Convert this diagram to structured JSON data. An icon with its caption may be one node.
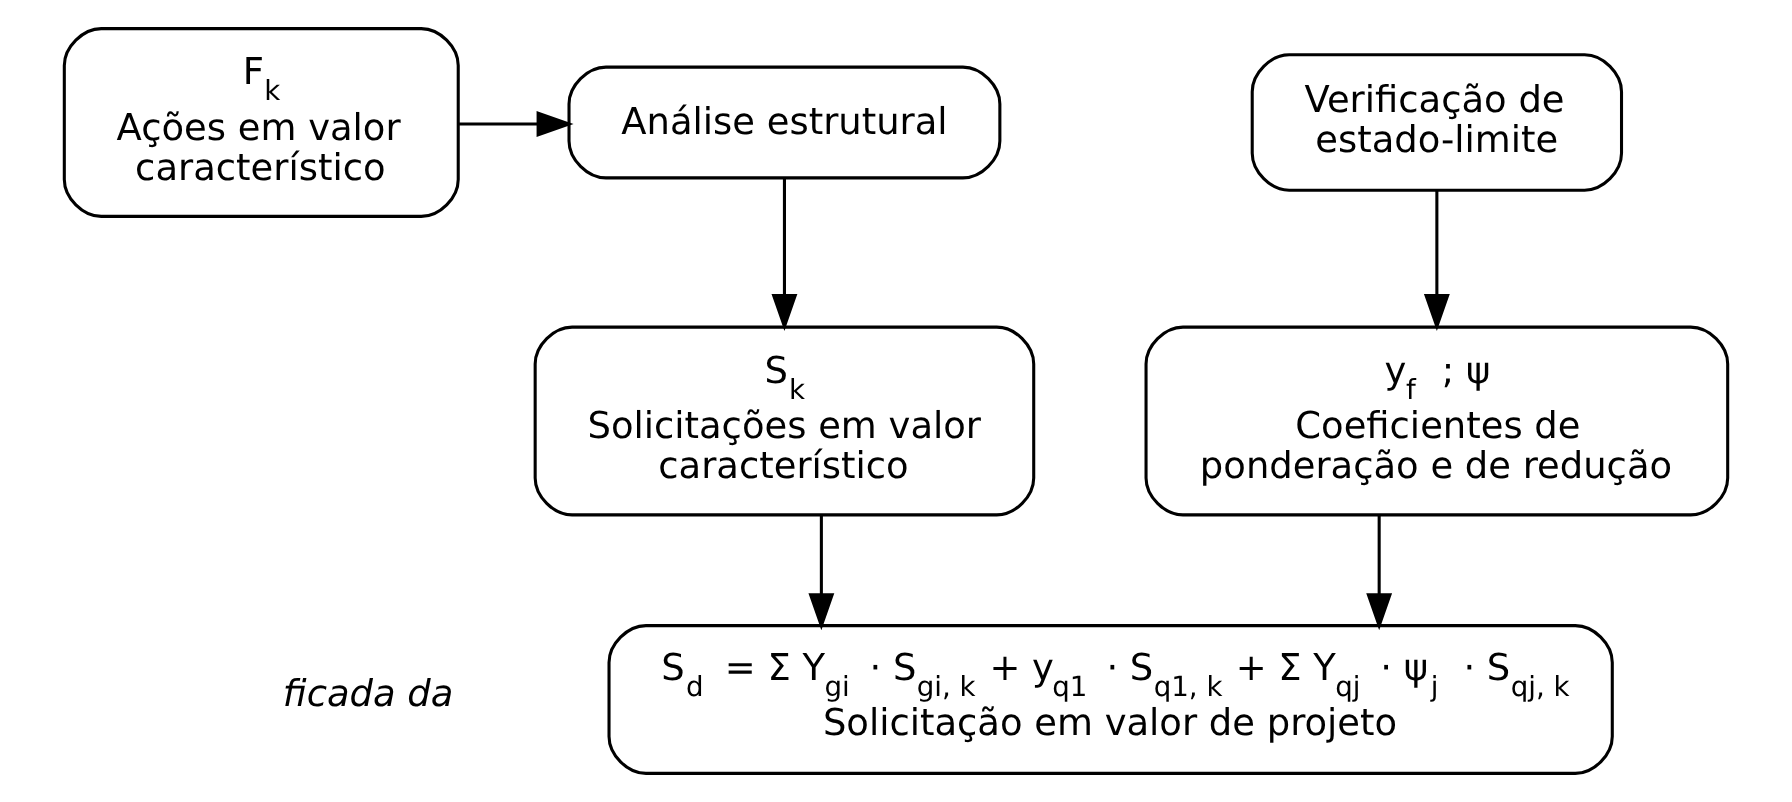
{
  "diagram": {
    "nodes": [
      {
        "text": [
          "F$_{k}$",
          "Ações em valor característico"
        ]
      },
      {
        "text": [
          "Análise estrutural"
        ]
      },
      {
        "text": [
          "Verificação de estado-limite"
        ]
      },
      {
        "text": [
          "S$_{k}$",
          "Solicitações em valor característico"
        ]
      },
      {
        "text": [
          "y$_{f}$ ; ψ",
          "Coeficientes de ponderação e de redução"
        ]
      },
      {
        "text": [
          "S$_{d}$ = Σ Y$_{gi}$ · S$_{gi, k}$ + y$_{q1}$ · S$_{q1, k}$ + Σ Y$_{qj}$ · ψ$_{j}$ · S$_{qj, k}$",
          "Solicitação em valor de projeto"
        ]
      }
    ],
    "edges": [
      {
        "from": 0,
        "to": 1,
        "arrow": "to"
      },
      {
        "from": 1,
        "to": 3,
        "arrow": "to"
      },
      {
        "from": 2,
        "to": 4,
        "arrow": "to"
      },
      {
        "from": 3,
        "to": 5,
        "arrow": "to"
      },
      {
        "from": 4,
        "to": 5,
        "arrow": "to"
      }
    ],
    "labels": [
      "ficada da"
    ]
  }
}
